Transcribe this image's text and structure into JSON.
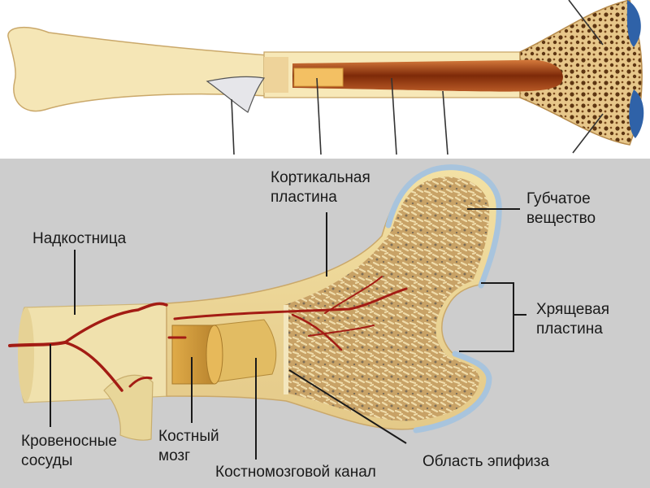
{
  "labels": {
    "cortical_plate": "Кортикальная\nпластина",
    "spongy_substance": "Губчатое\nвещество",
    "periosteum": "Надкостница",
    "cartilage_plate": "Хрящевая\nпластина",
    "blood_vessels": "Кровеносные\nсосуды",
    "bone_marrow": "Костный\nмозг",
    "medullary_canal": "Костномозговой канал",
    "epiphysis_region": "Область эпифиза"
  },
  "colors": {
    "bone": "#f6e7b4",
    "bone_shade": "#e9cf86",
    "marrow_canal": "#8f3a10",
    "spongy": "#c39b5b",
    "vessel": "#a31c14",
    "cartilage": "#a8c4dd",
    "cartilage_top": "#2f62a8",
    "panel": "#cdcdcd"
  }
}
